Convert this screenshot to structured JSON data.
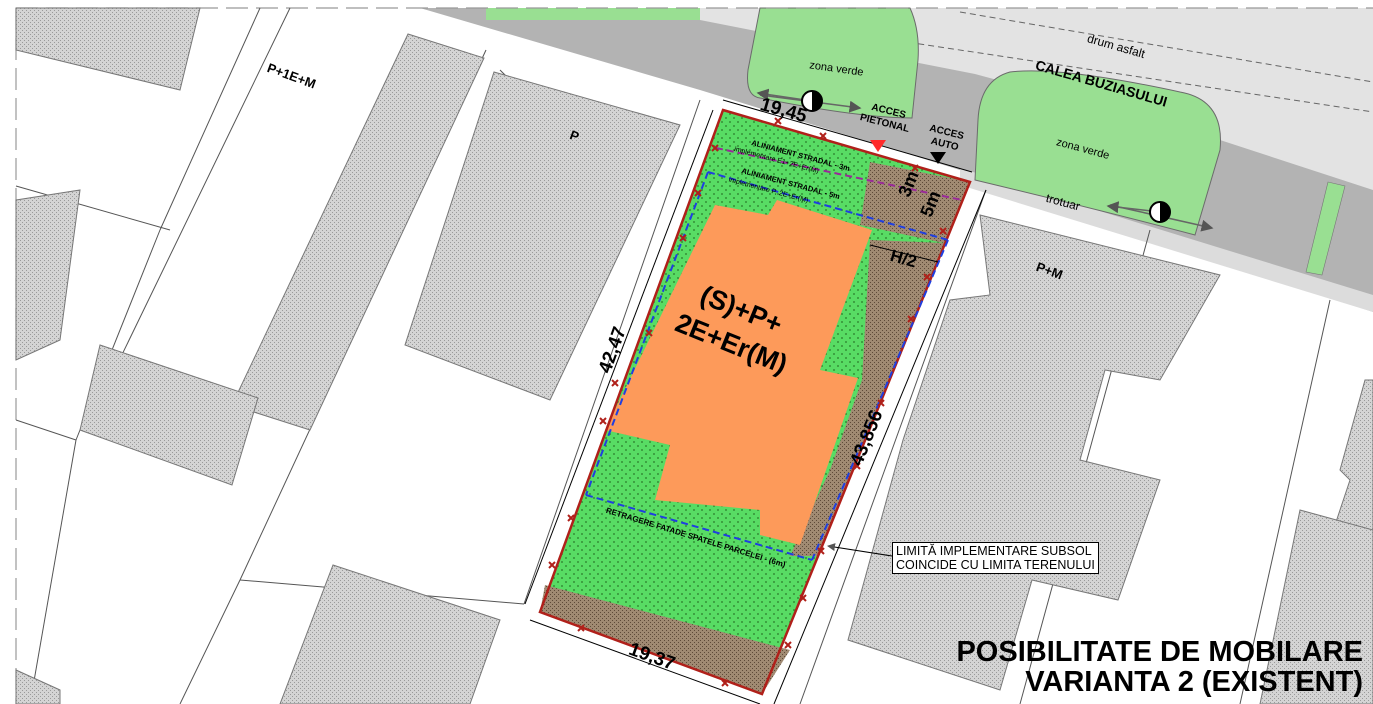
{
  "colors": {
    "road": "#b3b3b3",
    "sidewalk": "#e0e0e0",
    "green_zone": "#99df92",
    "building_hatch": "#c8c8c8",
    "plot_green": "#58dc64",
    "building_footprint": "#fd9a5a",
    "paved_area": "#a08a72",
    "plot_border": "#b0201a",
    "setback_line": "#1f3fe0",
    "street_alignment_line": "#9a2a9a"
  },
  "icons": [
    "tree-symbol-icon",
    "access-arrow-icon",
    "boundary-point-icon"
  ],
  "street": {
    "name": "CALEA BUZIASULUI",
    "road_label": "drum asfalt",
    "sidewalk_label": "trotuar",
    "green_zone_label": "zona verde"
  },
  "neighbors": {
    "north_west": "P+1E+M",
    "west": "P",
    "east": "P+M"
  },
  "plot": {
    "building_label_line1": "(S)+P+",
    "building_label_line2": "2E+Er(M)",
    "dim_top": "19,45",
    "dim_left": "42,47",
    "dim_right": "43,856",
    "dim_bottom": "19,37",
    "setback_3m": "3m",
    "setback_5m": "5m",
    "height_half": "H/2",
    "line_alignment_3m": "ALINIAMENT STRADAL - 3m",
    "line_alignment_3m_sub": "implementare E1+2E+Er(M)",
    "line_alignment_5m": "ALINIAMENT STRADAL - 5m",
    "line_alignment_5m_sub": "implementare P, 2E+Er(M)",
    "line_rear_setback": "RETRAGERE FATADE SPATELE PARCELEI - (6m)"
  },
  "access": {
    "pedestrian_line1": "ACCES",
    "pedestrian_line2": "PIETONAL",
    "auto_line1": "ACCES",
    "auto_line2": "AUTO"
  },
  "note": {
    "line1": "LIMITĂ IMPLEMENTARE SUBSOL",
    "line2": "COINCIDE CU LIMITA TERENULUI"
  },
  "title": {
    "line1": "POSIBILITATE DE MOBILARE",
    "line2": "VARIANTA 2 (EXISTENT)"
  }
}
